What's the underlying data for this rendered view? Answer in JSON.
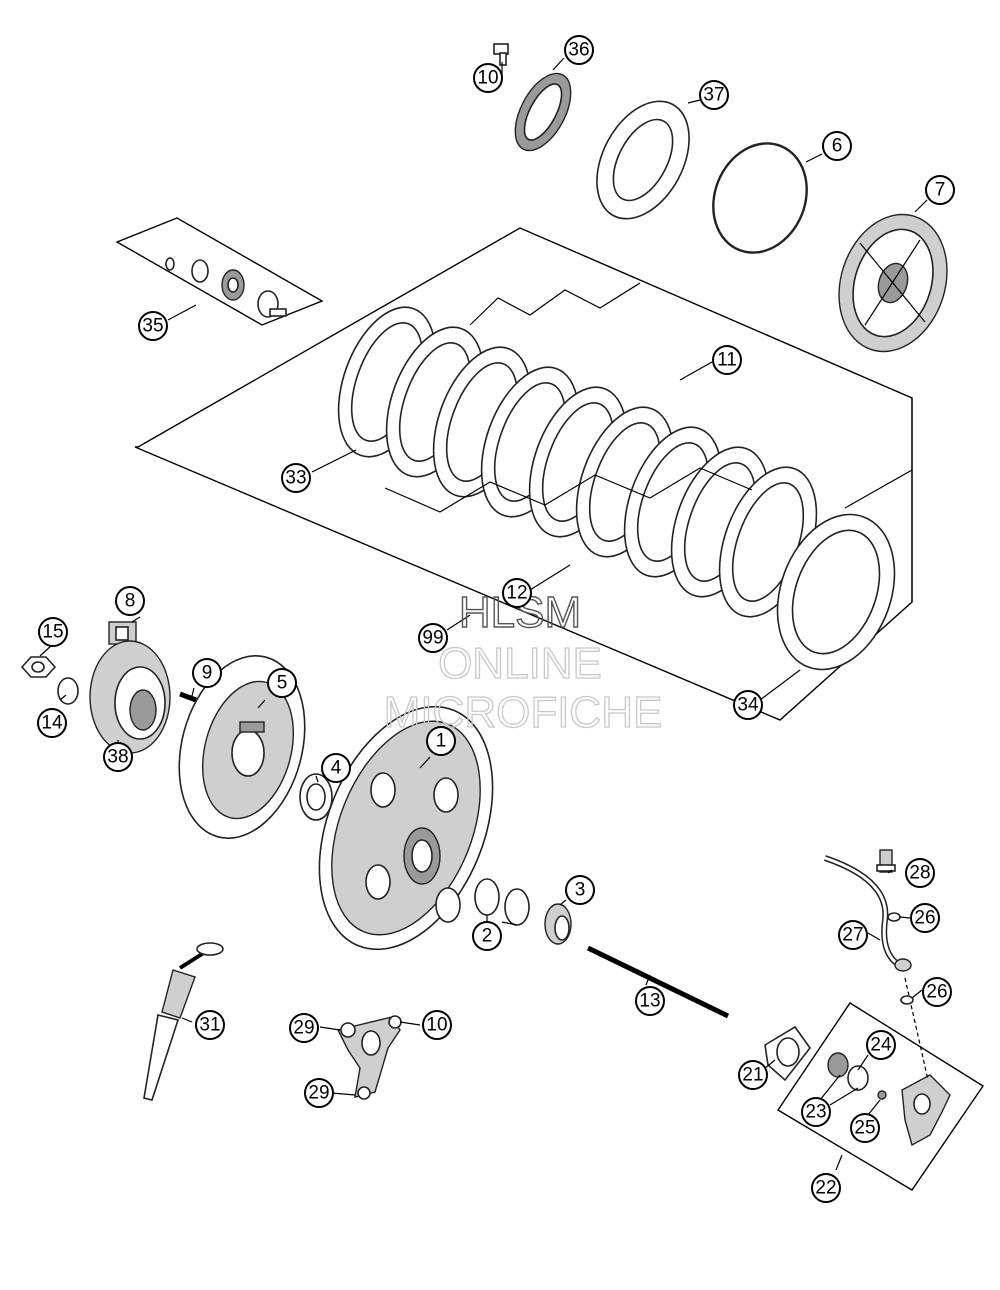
{
  "watermark": {
    "line1": "HLSM",
    "line2": "ONLINE",
    "line3": "MICROFICHE"
  },
  "callouts": {
    "c1": "1",
    "c2": "2",
    "c3": "3",
    "c4": "4",
    "c5": "5",
    "c6": "6",
    "c7": "7",
    "c8": "8",
    "c9": "9",
    "c10a": "10",
    "c10b": "10",
    "c11": "11",
    "c12": "12",
    "c13": "13",
    "c14": "14",
    "c15": "15",
    "c21": "21",
    "c22": "22",
    "c23": "23",
    "c24": "24",
    "c25": "25",
    "c26a": "26",
    "c26b": "26",
    "c27": "27",
    "c28": "28",
    "c29a": "29",
    "c29b": "29",
    "c31": "31",
    "c33": "33",
    "c34": "34",
    "c35": "35",
    "c36": "36",
    "c37": "37",
    "c38": "38",
    "c99": "99"
  }
}
